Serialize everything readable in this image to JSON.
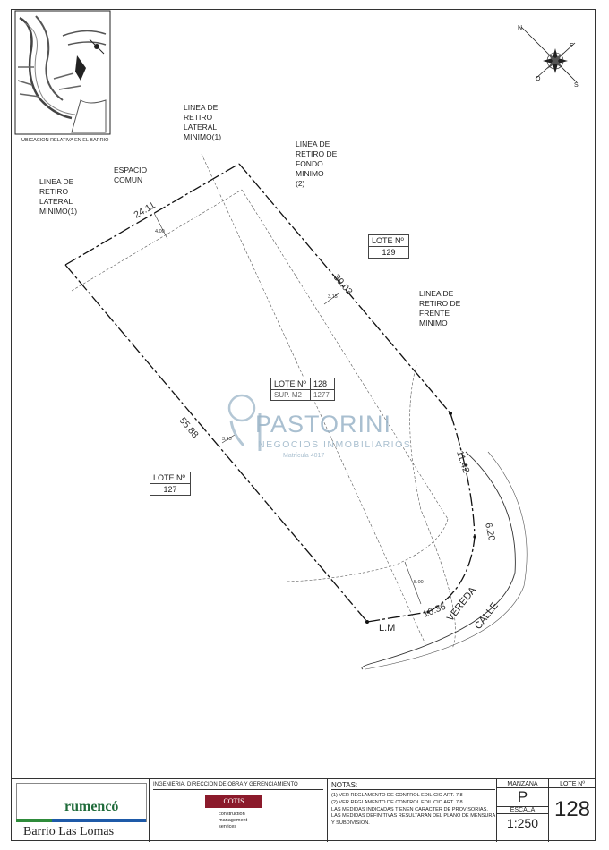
{
  "labels": {
    "ubicacion": "UBICACION RELATIVA EN EL BARRIO",
    "retiro_lateral_top": "LINEA DE\nRETIRO\nLATERAL\nMINIMO(1)",
    "retiro_fondo": "LINEA DE\nRETIRO DE\nFONDO\nMINIMO\n(2)",
    "espacio_comun": "ESPACIO\nCOMUN",
    "retiro_lateral_left": "LINEA DE\nRETIRO\nLATERAL\nMINIMO(1)",
    "retiro_frente": "LINEA DE\nRETIRO DE\nFRENTE\nMINIMO",
    "lm": "L.M",
    "vereda": "VEREDA",
    "calle": "CALLE"
  },
  "dimensions": {
    "top_side": "24.11",
    "right_side": "39.03",
    "left_side": "55.88",
    "curve_upper": "11.42",
    "curve_lower": "6.20",
    "bottom_side": "16.36",
    "setback_back": "4.00",
    "setback_side_right": "3.15",
    "setback_side_left": "3.15",
    "setback_front": "5.00"
  },
  "lots": {
    "lote_header": "LOTE Nº",
    "lote_129": "129",
    "lote_127": "127",
    "lote_128": "128",
    "sup_header": "SUP. M2",
    "sup_value": "1277"
  },
  "watermark": {
    "name": "PASTORINI",
    "subtitle": "NEGOCIOS INMOBILIARIOS",
    "matricula": "Matrícula 4017"
  },
  "compass": {
    "n": "N",
    "s": "S",
    "e": "E",
    "o": "O"
  },
  "titleblock": {
    "brand": "rumencó",
    "barrio": "Barrio Las Lomas",
    "ingenieria": "INGENIERIA, DIRECCION DE OBRA Y GERENCIAMIENTO",
    "cotis": "COTIS",
    "cotis_sub": "construction\nmanagement\nservices",
    "notas_title": "NOTAS:",
    "notas": "(1) VER REGLAMENTO DE CONTROL EDILICIO ART. 7.8\n(2) VER REGLAMENTO DE CONTROL EDILICIO ART. 7.8\nLAS MEDIDAS INDICADAS TIENEN CARACTER DE PROVISORIAS.\nLAS MEDIDAS DEFINITIVAS RESULTARAN DEL PLANO DE MENSURA\nY SUBDIVISION.",
    "manzana_label": "MANZANA",
    "manzana_value": "P",
    "escala_label": "ESCALA",
    "escala_value": "1:250",
    "lote_label": "LOTE Nº",
    "lote_value": "128"
  },
  "colors": {
    "brand_green": "#1f6b3a",
    "brand_blue": "#1e5aa8",
    "cotis_red": "#8b1a2b",
    "watermark": "#9bb5c8"
  }
}
